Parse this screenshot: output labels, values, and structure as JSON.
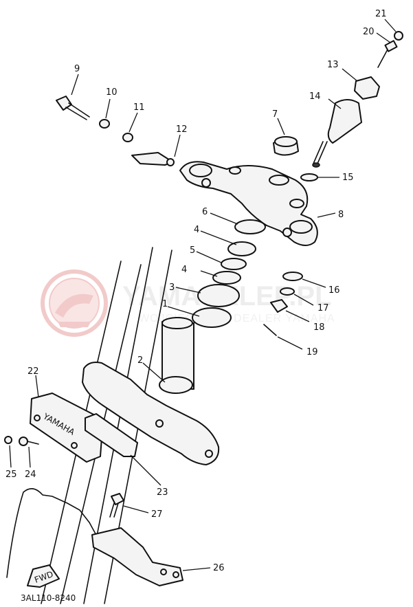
{
  "diagram_code": "3AL110-8240",
  "fwd_label": "FWD",
  "emblem_text": "YAMAHA",
  "watermark": {
    "brand": "YAMASKLEP.PL",
    "subtitle": "WOJCIECH CZ | DEALER YAMAHA",
    "color": "#e8a0a0"
  },
  "part_numbers": [
    "1",
    "2",
    "3",
    "4",
    "4",
    "5",
    "6",
    "7",
    "8",
    "9",
    "10",
    "11",
    "12",
    "13",
    "14",
    "15",
    "16",
    "17",
    "18",
    "19",
    "20",
    "21",
    "22",
    "23",
    "24",
    "25",
    "26",
    "27"
  ]
}
